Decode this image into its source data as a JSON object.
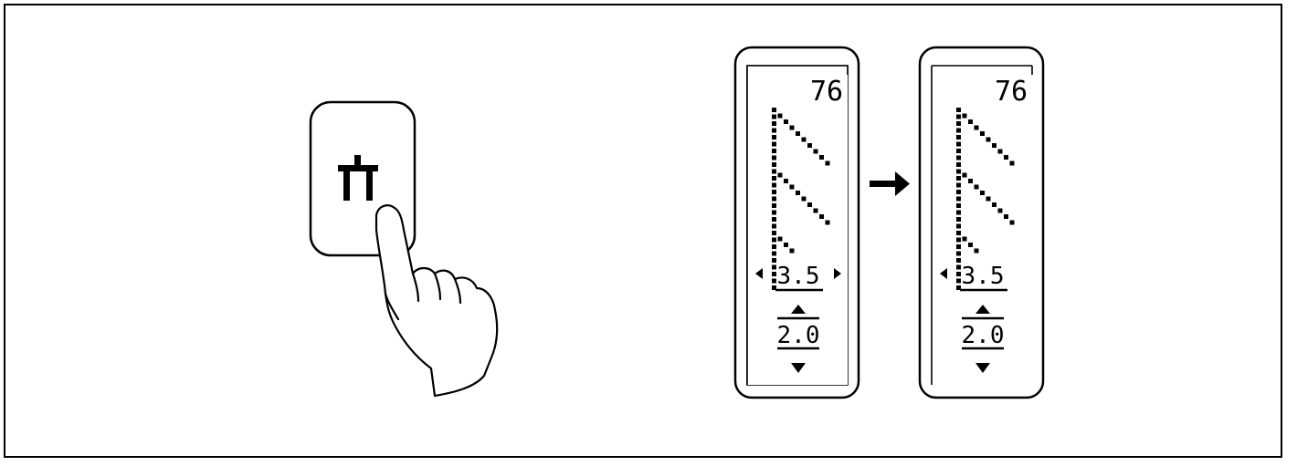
{
  "button": {
    "icon": "twin-needle-icon"
  },
  "panels": [
    {
      "pattern_number": "76",
      "width_value": "3.5",
      "length_value": "2.0",
      "width_arrows": "both"
    },
    {
      "pattern_number": "76",
      "width_value": "3.5",
      "length_value": "2.0",
      "width_arrows": "left"
    }
  ],
  "arrow_icon": "right-arrow-icon",
  "hand_icon": "pointing-hand-icon"
}
